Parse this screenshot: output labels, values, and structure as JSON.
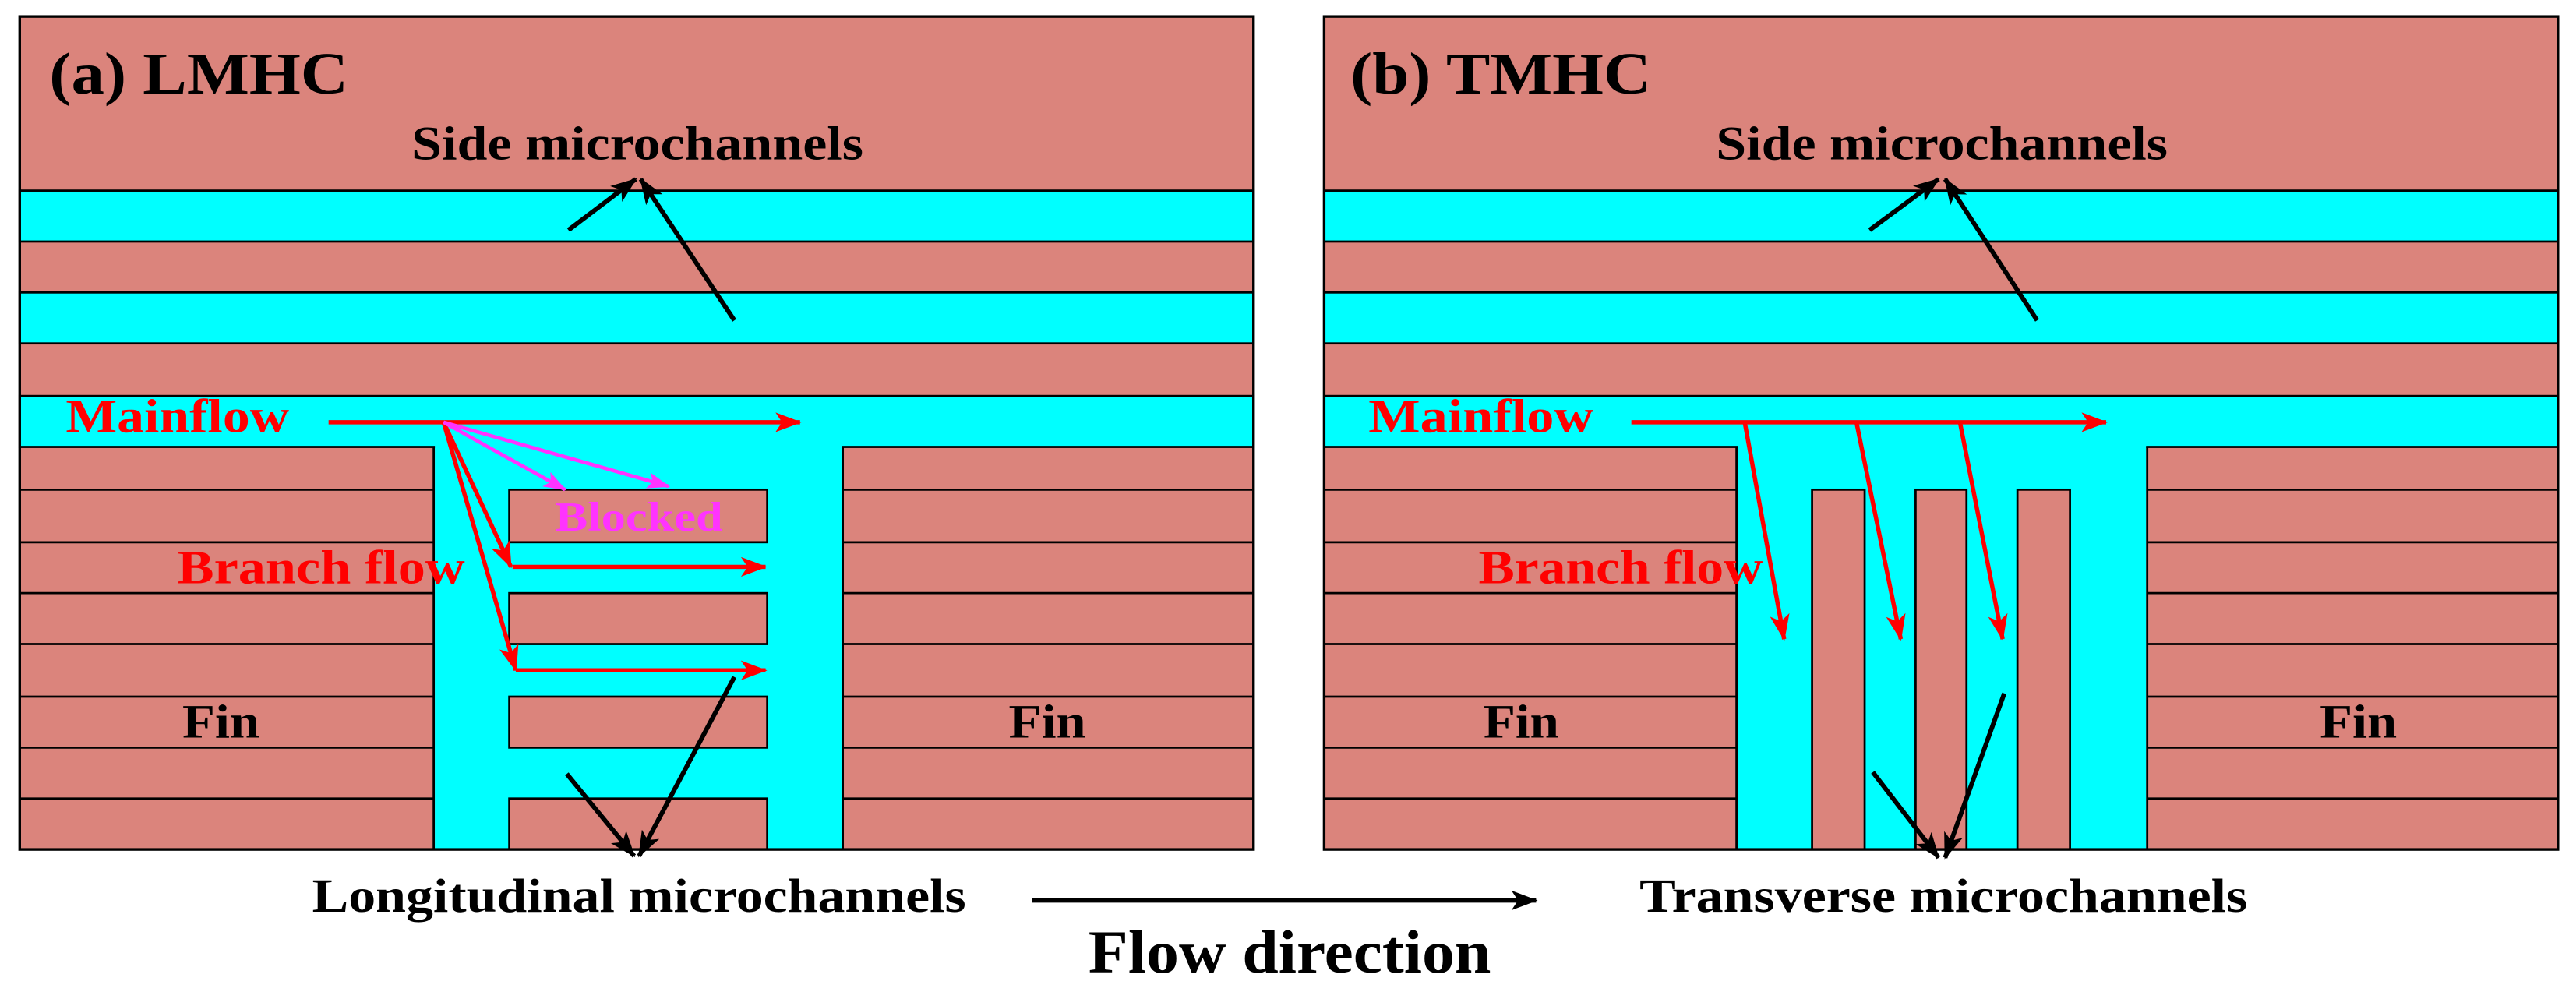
{
  "panels": {
    "a": {
      "label": "(a) LMHC",
      "side_label": "Side microchannels",
      "mainflow_label": "Mainflow",
      "blocked_label": "Blocked",
      "branch_label": "Branch flow",
      "fin_left": "Fin",
      "fin_right": "Fin",
      "bottom_label": "Longitudinal microchannels"
    },
    "b": {
      "label": "(b) TMHC",
      "side_label": "Side microchannels",
      "mainflow_label": "Mainflow",
      "branch_label": "Branch flow",
      "fin_left": "Fin",
      "fin_right": "Fin",
      "bottom_label": "Transverse microchannels"
    }
  },
  "flow_direction_label": "Flow direction",
  "colors": {
    "fin": "#DB847C",
    "channel": "#00FFFF",
    "flow_arrow": "#FF0000",
    "blocked_arrow": "#FF33FF",
    "outline": "#000000"
  }
}
